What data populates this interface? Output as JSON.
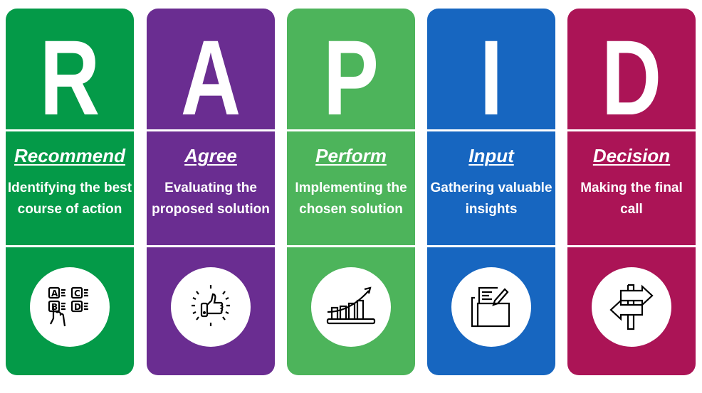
{
  "columns": [
    {
      "letter": "R",
      "title": "Recommend",
      "description": "Identifying the best course of action",
      "color": "#049a48",
      "icon": "multiple-choice-icon"
    },
    {
      "letter": "A",
      "title": "Agree",
      "description": "Evaluating the proposed solution",
      "color": "#6a2d91",
      "icon": "thumbs-up-icon"
    },
    {
      "letter": "P",
      "title": "Perform",
      "description": "Implementing the chosen solution",
      "color": "#4db45b",
      "icon": "growth-chart-icon"
    },
    {
      "letter": "I",
      "title": "Input",
      "description": "Gathering valuable insights",
      "color": "#1766c0",
      "icon": "folder-document-icon"
    },
    {
      "letter": "D",
      "title": "Decision",
      "description": "Making the final call",
      "color": "#ab1456",
      "icon": "signpost-icon"
    }
  ]
}
